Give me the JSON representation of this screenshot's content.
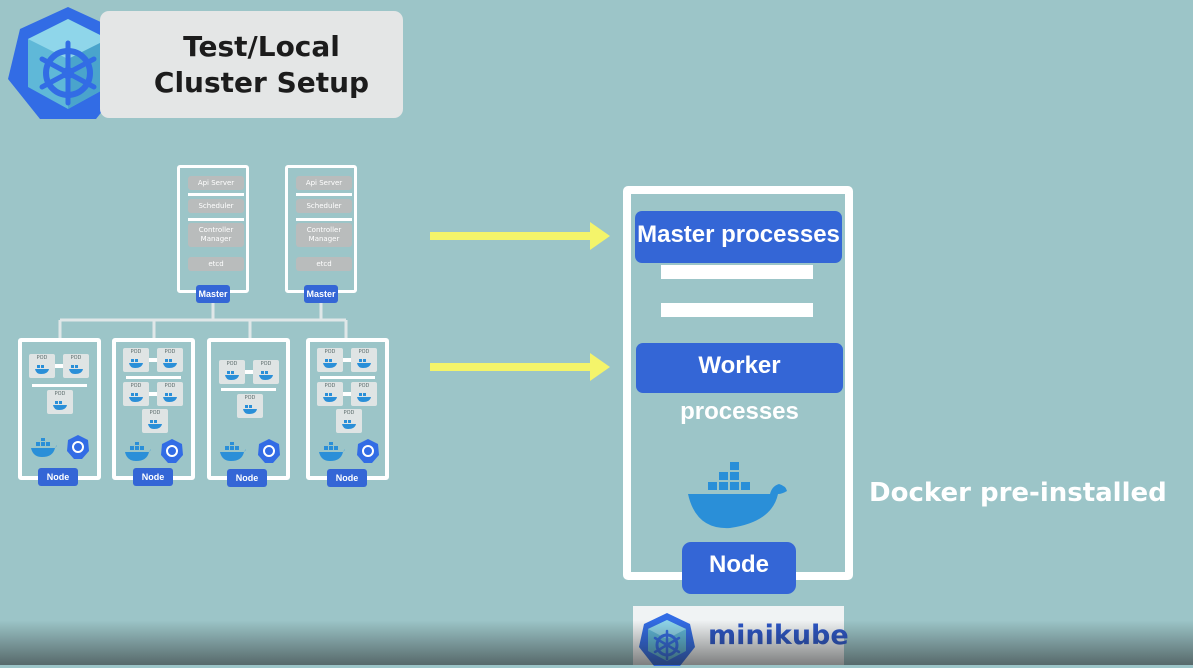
{
  "title": "Test/Local\nCluster Setup",
  "master_card": {
    "processes": [
      "Api Server",
      "Scheduler",
      "Controller\nManager",
      "etcd"
    ],
    "label": "Master"
  },
  "node_card": {
    "pod_label": "POD",
    "label": "Node"
  },
  "minikube_card": {
    "master_processes": "Master processes",
    "worker_processes": "Worker processes",
    "node_label": "Node"
  },
  "docker_caption": "Docker pre-installed",
  "minikube_logo_text": "minikube",
  "colors": {
    "background": "#9cc5c8",
    "accent_blue": "#3466d6",
    "arrow_yellow": "#f4f46a",
    "docker_blue": "#2a8fd8",
    "k8s_blue": "#326ce5"
  }
}
